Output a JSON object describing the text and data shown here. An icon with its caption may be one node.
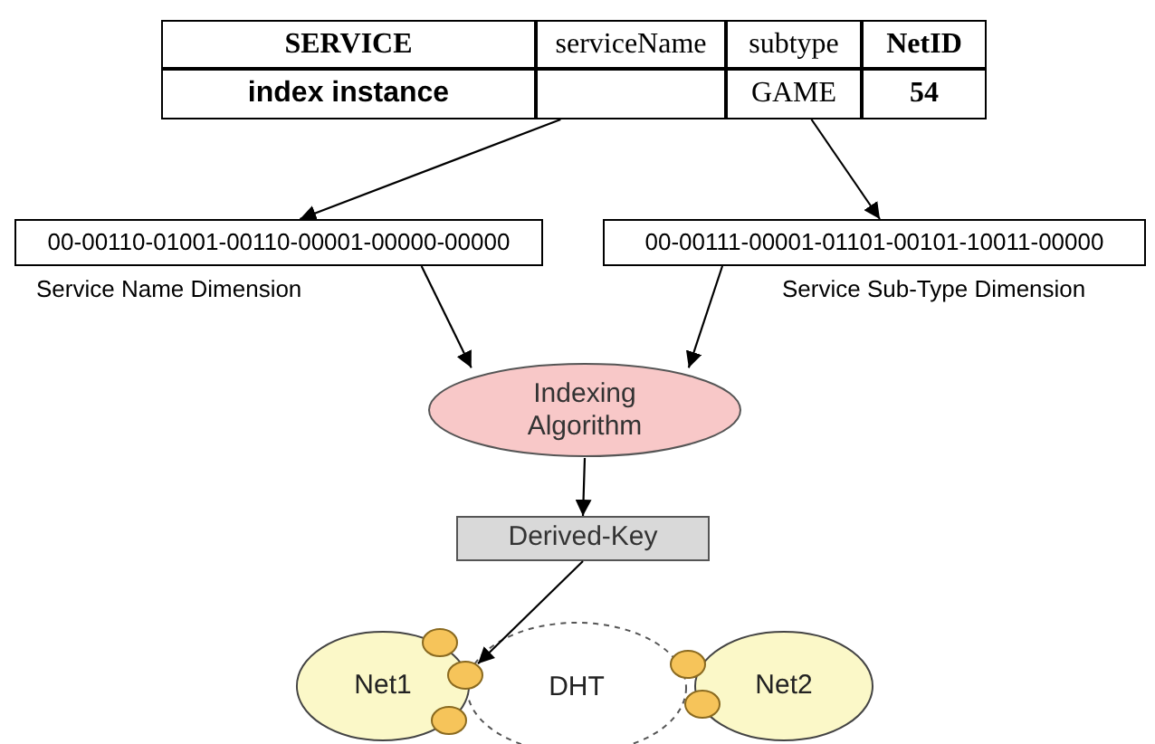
{
  "diagram": {
    "nodes": [
      {
        "text": [],
        "shape": "box"
      },
      {
        "text": [
          "GAME"
        ]
      },
      {
        "text": [
          "00-00110-01001-00110-00001-00000-00000"
        ],
        "beside": [
          "Service Name Dimension"
        ]
      },
      {
        "text": [
          "00-00111-00001-01101-00101-10011-00000"
        ],
        "beside": [
          "Service Sub-Type Dimension"
        ]
      },
      {
        "text": [
          "Indexing Algorithm"
        ]
      },
      {
        "text": [
          "Derived-Key"
        ]
      },
      {
        "text": [
          "Net1"
        ]
      },
      {
        "text": [
          "DHT"
        ]
      },
      {
        "text": [
          "Net2"
        ]
      },
      {
        "text": [],
        "shape": "circle"
      }
    ],
    "edges": [
      {
        "from": 0,
        "to": 2,
        "arrow": "to"
      },
      {
        "from": 1,
        "to": 3,
        "arrow": "to"
      },
      {
        "from": 2,
        "to": 4,
        "arrow": "to"
      },
      {
        "from": 3,
        "to": 4,
        "arrow": "to"
      },
      {
        "from": 4,
        "to": 5,
        "arrow": "to"
      },
      {
        "from": 5,
        "to": 9,
        "arrow": "to"
      }
    ],
    "labels": [
      "SERVICE",
      "serviceName",
      "subtype",
      "NetID",
      "index instance",
      "54"
    ]
  }
}
